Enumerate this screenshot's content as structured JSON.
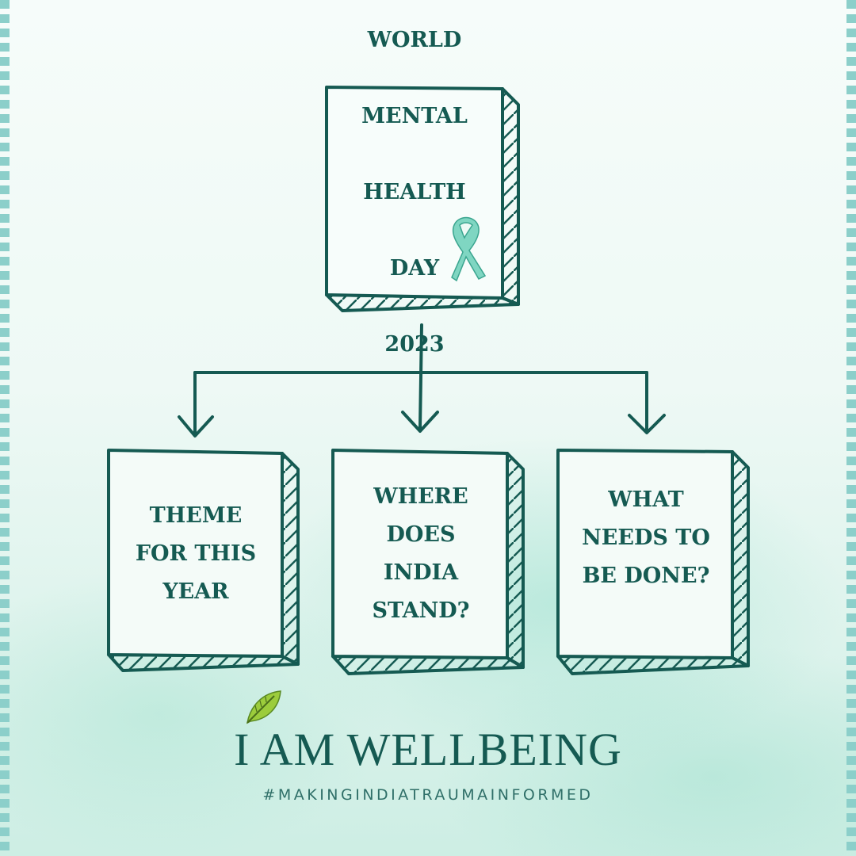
{
  "top_box": {
    "lines": [
      "WORLD",
      "MENTAL",
      "HEALTH",
      "DAY",
      "2023"
    ]
  },
  "boxes": [
    {
      "text": "THEME\nFOR THIS\nYEAR"
    },
    {
      "text": "WHERE\nDOES\nINDIA\nSTAND?"
    },
    {
      "text": "WHAT\nNEEDS TO\nBE DONE?"
    }
  ],
  "brand": {
    "name": "I AM WELLBEING",
    "hashtag": "#MAKINGINDIATRAUMAINFORMED"
  },
  "icons": {
    "ribbon": "awareness-ribbon-icon",
    "leaf": "leaf-icon"
  },
  "colors": {
    "ink": "#155a52",
    "ribbon": "#5cc6b0",
    "leaf": "#9ccc3c",
    "edge": "#8ccfca"
  }
}
